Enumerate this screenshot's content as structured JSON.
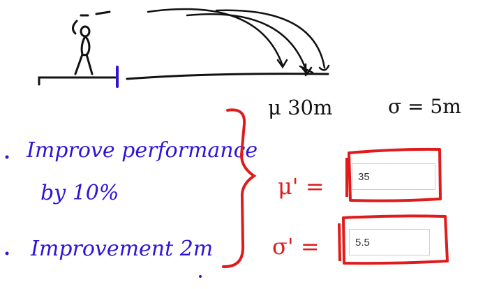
{
  "colors": {
    "ink_black": "#111111",
    "ink_blue": "#2f14d6",
    "ink_red": "#e01b1b"
  },
  "given": {
    "mu_text": "μ 30m",
    "sigma_text": "σ = 5m"
  },
  "notes": {
    "line1": "Improve performance",
    "line2": "by 10%",
    "line3": "Improvement  2m"
  },
  "answers": {
    "mu_prime_label": "μ' =",
    "sigma_prime_label": "σ' =",
    "mu_prime_value": "35",
    "sigma_prime_value": "5.5"
  }
}
